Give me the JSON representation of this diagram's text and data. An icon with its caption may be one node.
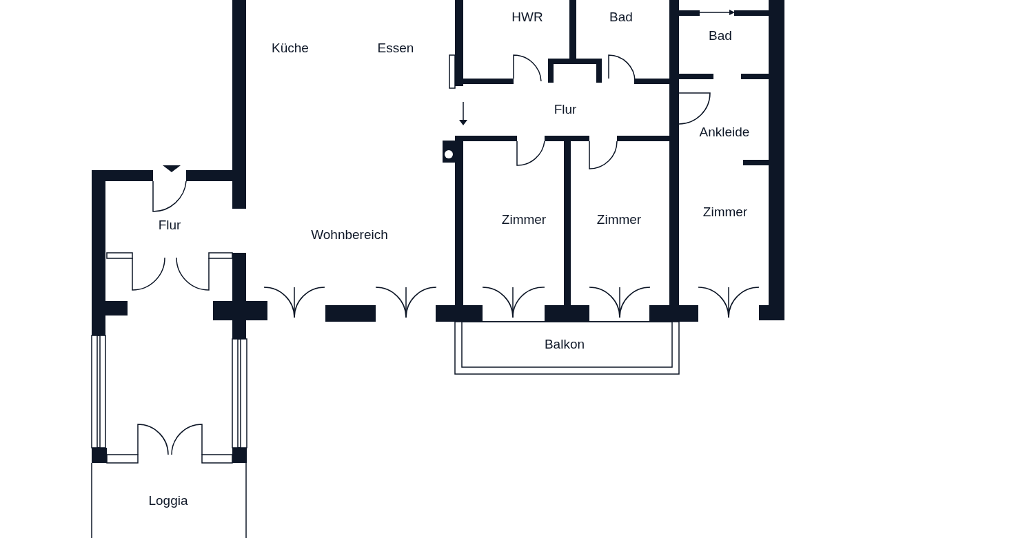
{
  "diagram": {
    "labels": [
      "HWR",
      "Bad",
      "Bad",
      "Küche",
      "Essen",
      "Flur",
      "Ankleide",
      "Zimmer",
      "Zimmer",
      "Zimmer",
      "Flur",
      "Wohnbereich",
      "Balkon",
      "Loggia"
    ]
  }
}
